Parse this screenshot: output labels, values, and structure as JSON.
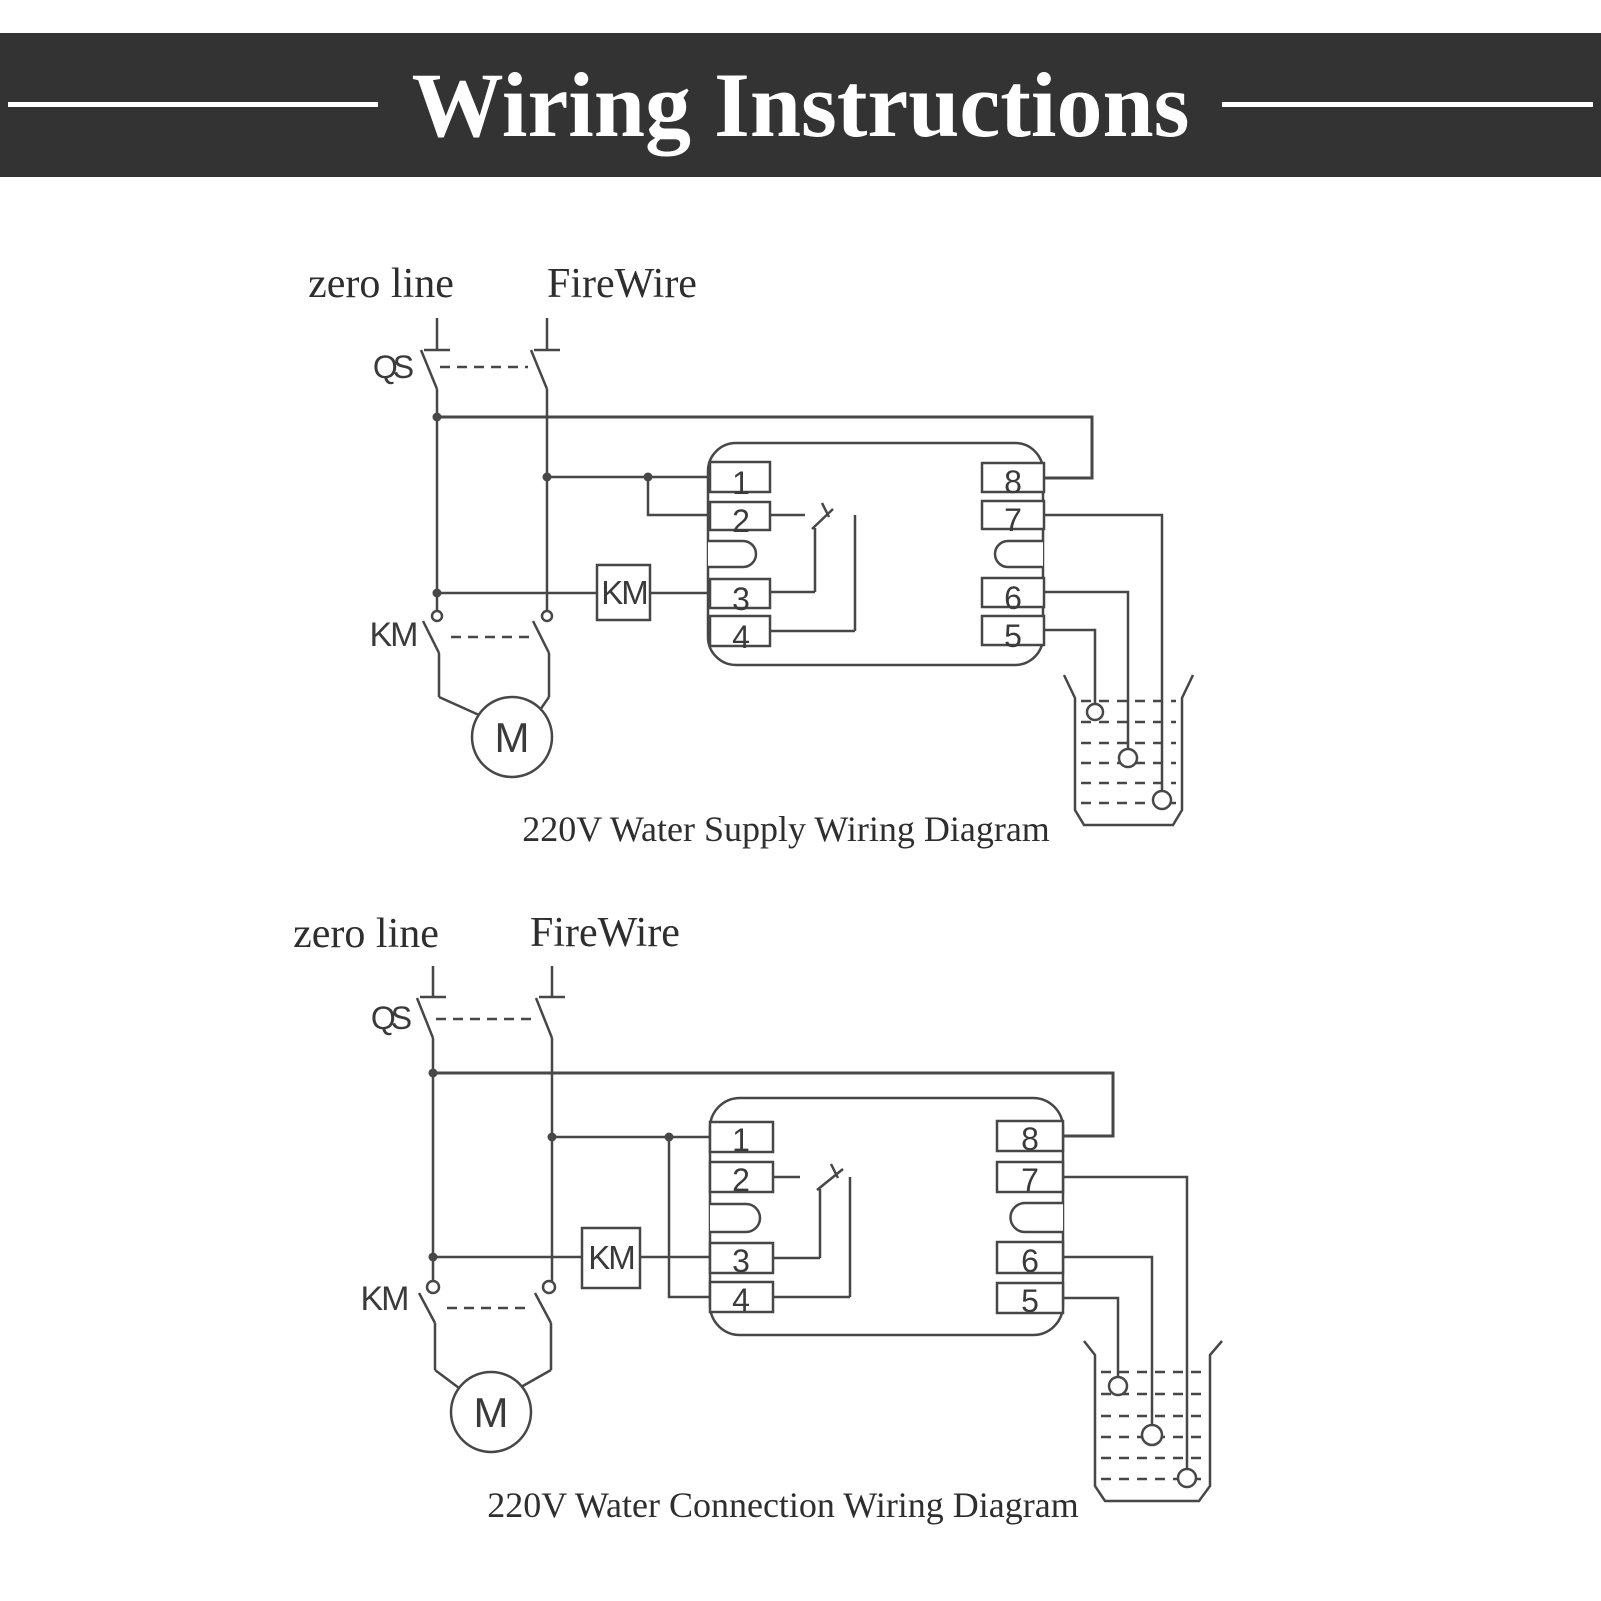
{
  "header": {
    "title": "Wiring Instructions"
  },
  "colors": {
    "banner_background": "#333333",
    "banner_text": "#ffffff",
    "diagram_line": "#474747",
    "page_background": "#ffffff"
  },
  "diagrams": [
    {
      "caption": "220V Water Supply Wiring Diagram",
      "neutral_label": "zero line",
      "live_label": "FireWire",
      "breaker_label": "QS",
      "contactor_label": "KM",
      "coil_label": "KM",
      "motor_label": "M",
      "terminals_left": [
        "1",
        "2",
        "3",
        "4"
      ],
      "terminals_right": [
        "8",
        "7",
        "6",
        "5"
      ]
    },
    {
      "caption": "220V Water Connection Wiring Diagram",
      "neutral_label": "zero line",
      "live_label": "FireWire",
      "breaker_label": "QS",
      "contactor_label": "KM",
      "coil_label": "KM",
      "motor_label": "M",
      "terminals_left": [
        "1",
        "2",
        "3",
        "4"
      ],
      "terminals_right": [
        "8",
        "7",
        "6",
        "5"
      ]
    }
  ]
}
